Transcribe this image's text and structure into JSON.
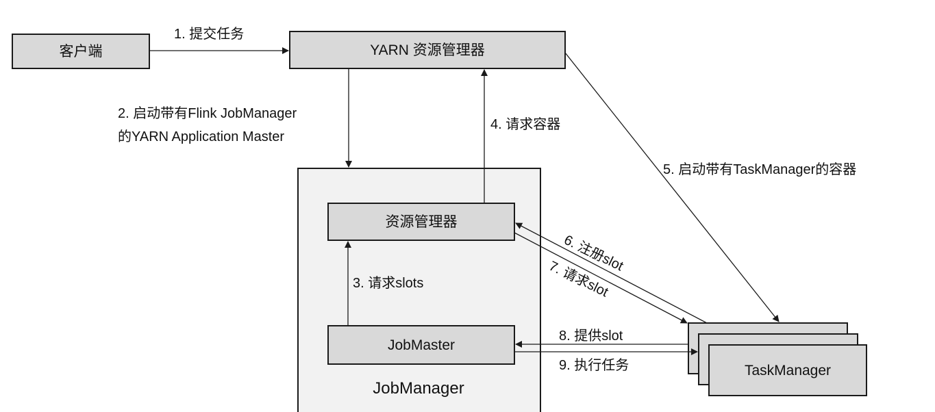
{
  "nodes": {
    "client": "客户端",
    "yarn_rm": "YARN 资源管理器",
    "jm_container": "JobManager",
    "resource_manager": "资源管理器",
    "jobmaster": "JobMaster",
    "taskmanager": "TaskManager"
  },
  "edges": {
    "step1": "1. 提交任务",
    "step2_line1": "2. 启动带有Flink JobManager",
    "step2_line2": "的YARN Application Master",
    "step3": "3. 请求slots",
    "step4": "4. 请求容器",
    "step5": "5. 启动带有TaskManager的容器",
    "step6": "6. 注册slot",
    "step7": "7. 请求slot",
    "step8": "8. 提供slot",
    "step9": "9. 执行任务"
  },
  "colors": {
    "node_fill": "#d9d9d9",
    "container_fill": "#f2f2f2",
    "stroke": "#1a1a1a"
  }
}
